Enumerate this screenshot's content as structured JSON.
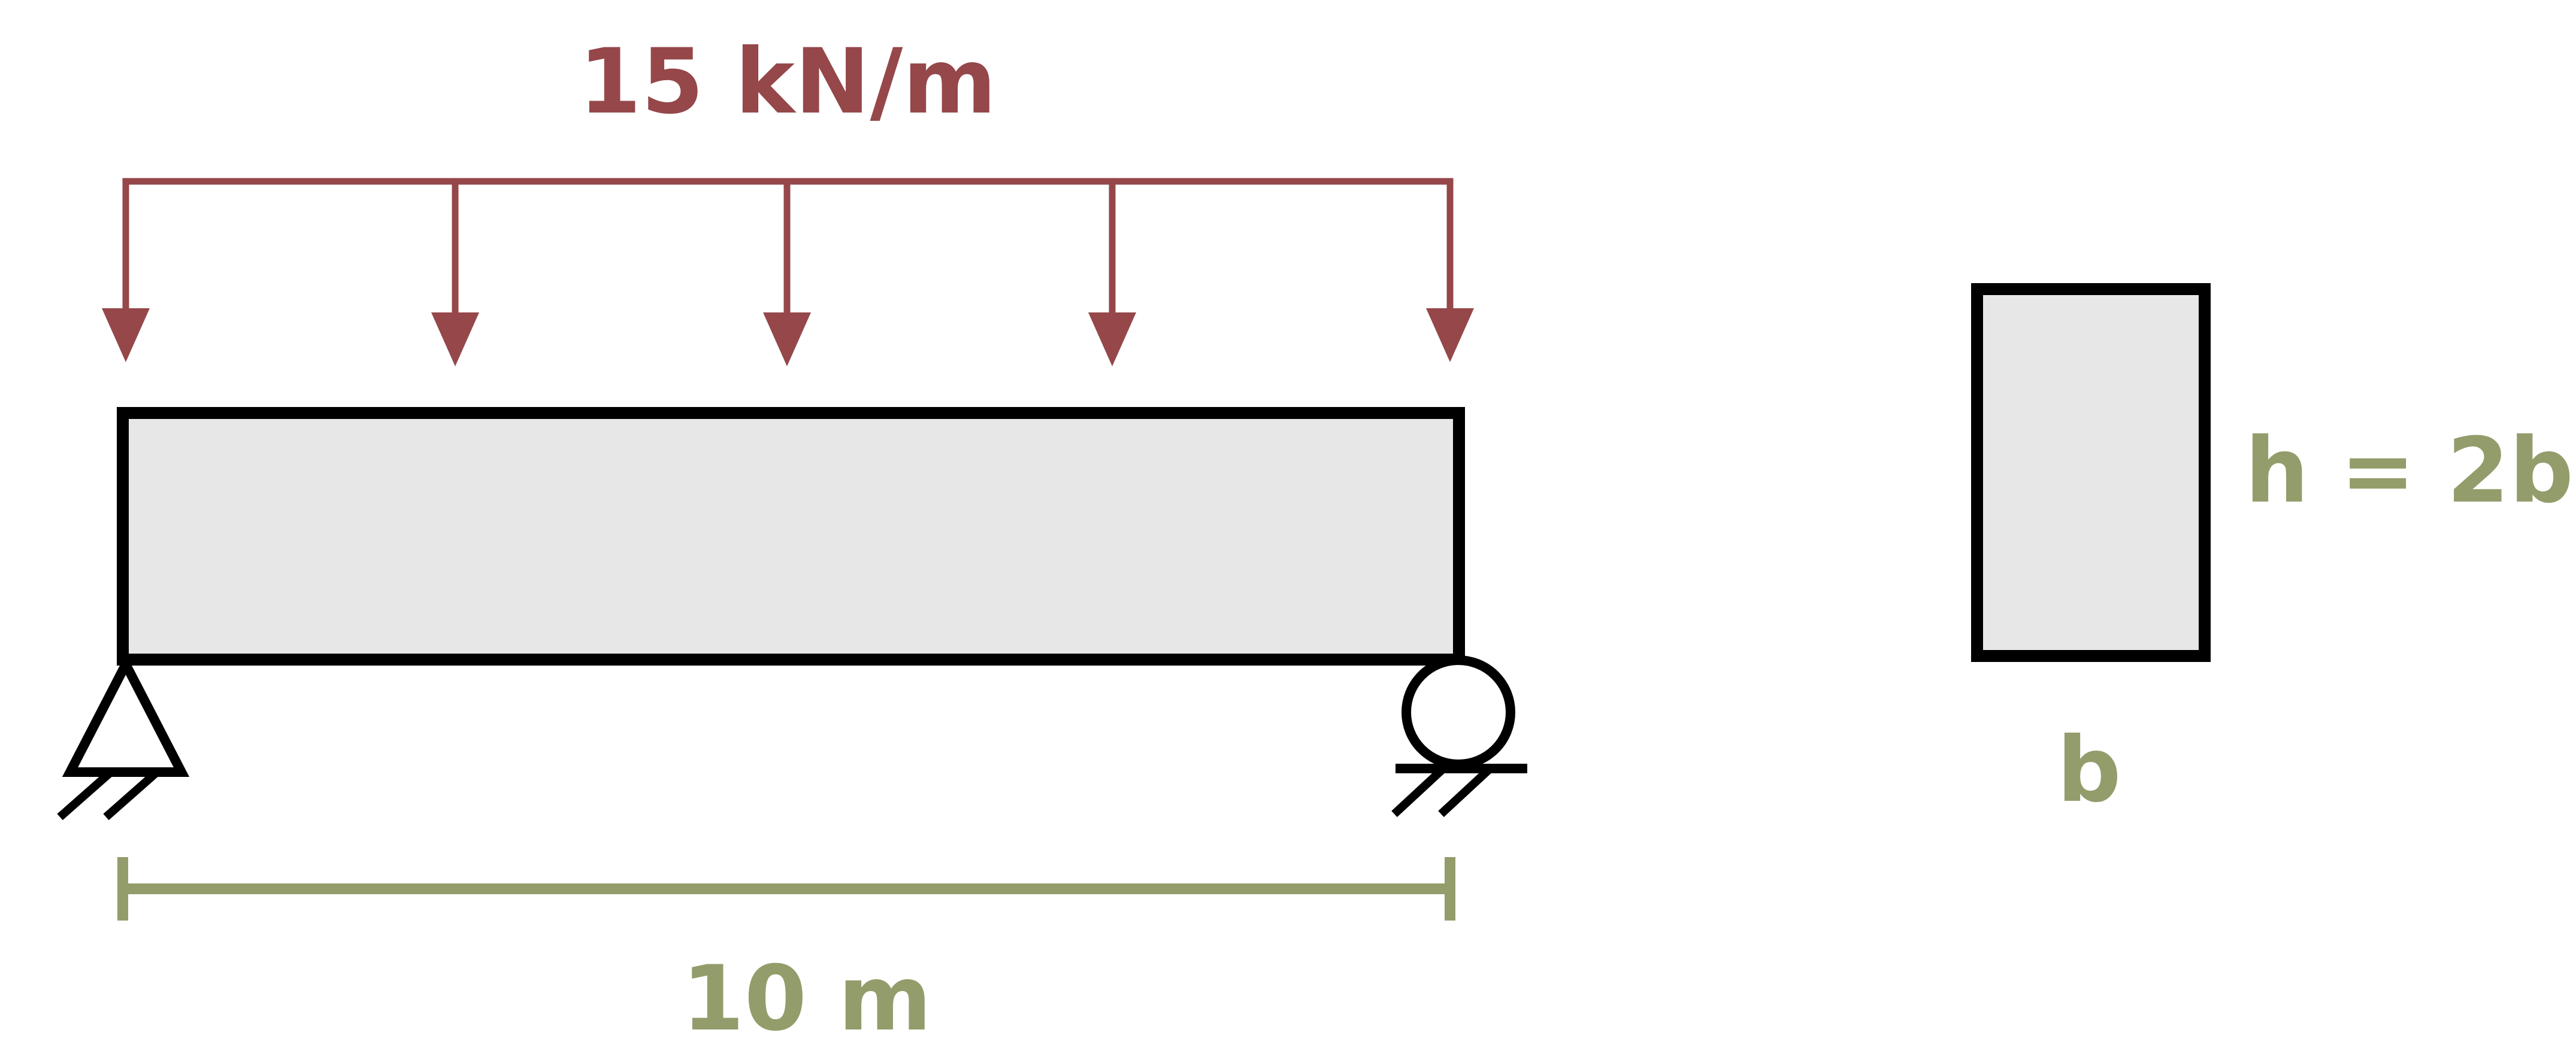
{
  "load": {
    "label": "15 kN/m",
    "color": "#95474a"
  },
  "span": {
    "label": "10 m",
    "color": "#939d6b"
  },
  "section": {
    "width_label": "b",
    "height_label": "h = 2b",
    "fill": "#e7e7e7"
  },
  "beam": {
    "fill": "#e7e7e7",
    "stroke": "#000000"
  },
  "supports": {
    "left": "pin-support-icon",
    "right": "roller-support-icon"
  }
}
